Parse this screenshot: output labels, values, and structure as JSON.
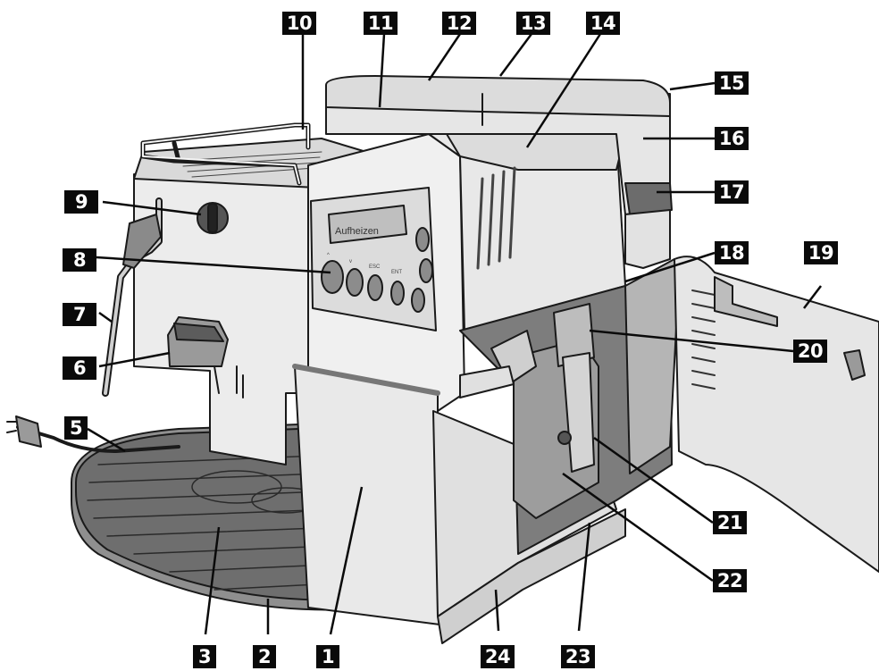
{
  "display": {
    "text": "Aufheizen"
  },
  "panel": {
    "esc_label": "ESC",
    "ent_label": "ENT",
    "up_arrow": "^",
    "down_arrow": "v"
  },
  "callouts": {
    "c1": "1",
    "c2": "2",
    "c3": "3",
    "c5": "5",
    "c6": "6",
    "c7": "7",
    "c8": "8",
    "c9": "9",
    "c10": "10",
    "c11": "11",
    "c12": "12",
    "c13": "13",
    "c14": "14",
    "c15": "15",
    "c16": "16",
    "c17": "17",
    "c18": "18",
    "c19": "19",
    "c20": "20",
    "c21": "21",
    "c22": "22",
    "c23": "23",
    "c24": "24"
  },
  "colors": {
    "outline": "#1a1a1a",
    "body": "#ececec",
    "shade": "#bdbdbd",
    "dark": "#7a7a7a",
    "label_bg": "#0a0a0a"
  }
}
